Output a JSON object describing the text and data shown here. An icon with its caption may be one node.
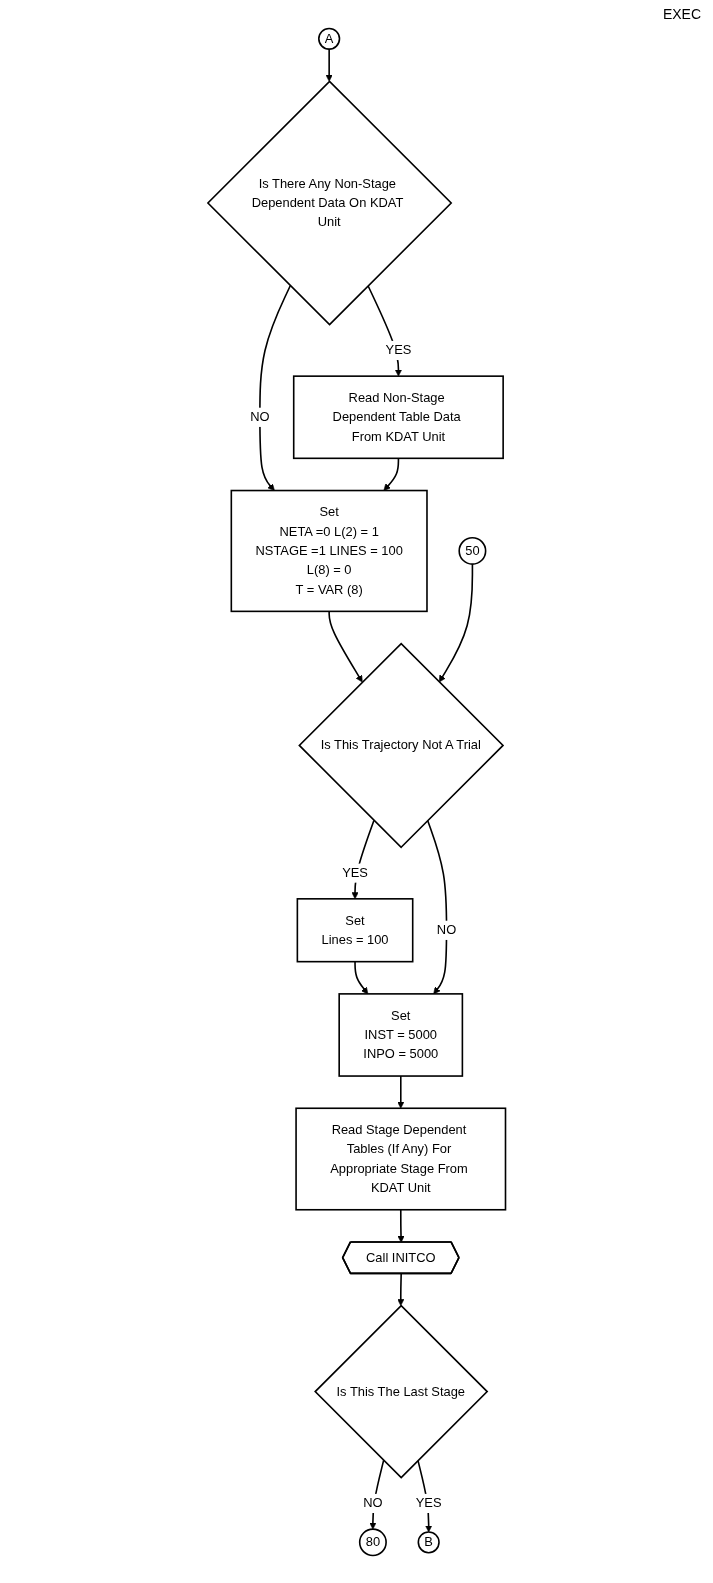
{
  "diagram": {
    "nodes": [
      {
        "text": [
          "A"
        ]
      },
      {
        "text": [
          "Is There Any Non-Stage Dependent Data On KDAT Unit"
        ]
      },
      {
        "text": [
          "Read Non-Stage Dependent Table Data From KDAT Unit"
        ]
      },
      {
        "text": [
          "Set",
          "NETA =0 L(2) = 1",
          "NSTAGE =1 LINES = 100",
          "L(8) = 0",
          "T = VAR (8)"
        ]
      },
      {
        "text": [
          "50"
        ]
      },
      {
        "text": [
          "Is This Trajectory Not A Trial"
        ]
      },
      {
        "text": [
          "Set",
          "Lines = 100"
        ]
      },
      {
        "text": [
          "Set",
          "INST = 5000",
          "INPO = 5000"
        ]
      },
      {
        "text": [
          "Read Stage Dependent Tables (If Any) For Appropriate Stage From KDAT Unit"
        ]
      },
      {
        "text": [
          "Call INITCO"
        ]
      },
      {
        "text": [
          "Is This The Last Stage"
        ]
      },
      {
        "text": [
          "80"
        ]
      },
      {
        "text": [
          "B"
        ]
      }
    ],
    "edges": [
      {
        "from": 0,
        "to": 1,
        "arrow": "to"
      },
      {
        "from": 1,
        "to": 3,
        "arrow": "to",
        "label": "NO"
      },
      {
        "from": 1,
        "to": 2,
        "arrow": "to",
        "label": "YES"
      },
      {
        "from": 2,
        "to": 3,
        "arrow": "to"
      },
      {
        "from": 3,
        "to": 5,
        "arrow": "to"
      },
      {
        "from": 4,
        "to": 5,
        "arrow": "to"
      },
      {
        "from": 5,
        "to": 6,
        "arrow": "to",
        "label": "YES"
      },
      {
        "from": 6,
        "to": 7,
        "arrow": "to"
      },
      {
        "from": 5,
        "to": 7,
        "arrow": "to",
        "label": "NO"
      },
      {
        "from": 7,
        "to": 8,
        "arrow": "to"
      },
      {
        "from": 8,
        "to": 9,
        "arrow": "to"
      },
      {
        "from": 9,
        "to": 10,
        "arrow": "to"
      },
      {
        "from": 10,
        "to": 11,
        "arrow": "to",
        "label": "NO"
      },
      {
        "from": 10,
        "to": 12,
        "arrow": "to",
        "label": "YES"
      }
    ],
    "labels": [
      "EXEC"
    ]
  }
}
